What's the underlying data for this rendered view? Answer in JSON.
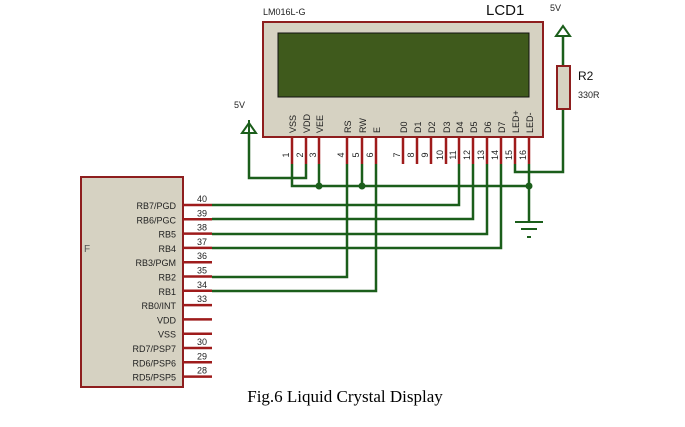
{
  "caption": "Fig.6 Liquid Crystal Display",
  "lcd": {
    "part": "LM016L-G",
    "ref": "LCD1",
    "pins": [
      {
        "num": "1",
        "name": "VSS"
      },
      {
        "num": "2",
        "name": "VDD"
      },
      {
        "num": "3",
        "name": "VEE"
      },
      {
        "num": "4",
        "name": "RS"
      },
      {
        "num": "5",
        "name": "RW"
      },
      {
        "num": "6",
        "name": "E"
      },
      {
        "num": "7",
        "name": "D0"
      },
      {
        "num": "8",
        "name": "D1"
      },
      {
        "num": "9",
        "name": "D2"
      },
      {
        "num": "10",
        "name": "D3"
      },
      {
        "num": "11",
        "name": "D4"
      },
      {
        "num": "12",
        "name": "D5"
      },
      {
        "num": "13",
        "name": "D6"
      },
      {
        "num": "14",
        "name": "D7"
      },
      {
        "num": "15",
        "name": "LED+"
      },
      {
        "num": "16",
        "name": "LED-"
      }
    ]
  },
  "power_left": "5V",
  "power_right": "5V",
  "resistor": {
    "ref": "R2",
    "value": "330R"
  },
  "mcu": {
    "partial_label": "F",
    "pins": [
      {
        "num": "40",
        "name": "RB7/PGD"
      },
      {
        "num": "39",
        "name": "RB6/PGC"
      },
      {
        "num": "38",
        "name": "RB5"
      },
      {
        "num": "37",
        "name": "RB4"
      },
      {
        "num": "36",
        "name": "RB3/PGM"
      },
      {
        "num": "35",
        "name": "RB2"
      },
      {
        "num": "34",
        "name": "RB1"
      },
      {
        "num": "33",
        "name": "RB0/INT"
      },
      {
        "num": "",
        "name": "VDD"
      },
      {
        "num": "",
        "name": "VSS"
      },
      {
        "num": "30",
        "name": "RD7/PSP7"
      },
      {
        "num": "29",
        "name": "RD6/PSP6"
      },
      {
        "num": "28",
        "name": "RD5/PSP5"
      }
    ]
  },
  "colors": {
    "wire": "#1b5e1b",
    "pin": "#9e1b1b",
    "body": "#d6d2c2",
    "border": "#8e1e1e",
    "screen": "#3f5a1c"
  }
}
